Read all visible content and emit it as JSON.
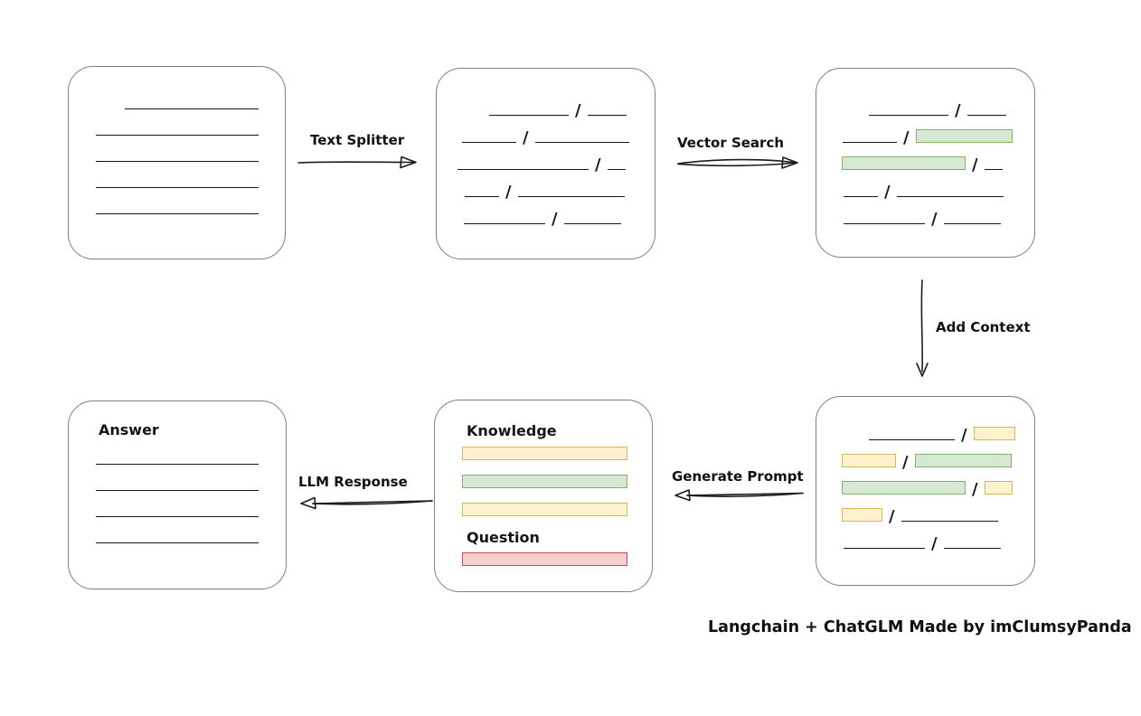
{
  "canvas": {
    "background": "#ffffff"
  },
  "colors": {
    "stroke": "#1c1c1c",
    "box_border": "#7e7e7e",
    "green_fill": "#d5e8d4",
    "green_border": "#82b366",
    "yellow_fill": "#fff2cc",
    "yellow_border": "#d6b656",
    "red_fill": "#f8cecc",
    "red_border": "#b85450"
  },
  "glyphs": {
    "slash": "/"
  },
  "labels": {
    "text_splitter": "Text Splitter",
    "vector_search": "Vector Search",
    "add_context": "Add Context",
    "generate_prompt": "Generate Prompt",
    "llm_response": "LLM Response"
  },
  "boxes": {
    "document": {
      "lines": [
        {
          "indent": 62,
          "w": 148
        },
        {
          "indent": 30,
          "w": 180
        },
        {
          "indent": 30,
          "w": 180
        },
        {
          "indent": 30,
          "w": 180
        },
        {
          "indent": 30,
          "w": 180
        }
      ]
    },
    "split_chunks": {
      "rows": [
        {
          "indent": 58,
          "segs": [
            {
              "t": "line",
              "w": 88
            },
            {
              "t": "slash"
            },
            {
              "t": "line",
              "w": 43
            }
          ]
        },
        {
          "indent": 28,
          "segs": [
            {
              "t": "line",
              "w": 60
            },
            {
              "t": "slash"
            },
            {
              "t": "line",
              "w": 104
            }
          ]
        },
        {
          "indent": 23,
          "segs": [
            {
              "t": "line",
              "w": 145
            },
            {
              "t": "slash"
            },
            {
              "t": "line",
              "w": 20
            }
          ]
        },
        {
          "indent": 31,
          "segs": [
            {
              "t": "line",
              "w": 38
            },
            {
              "t": "slash"
            },
            {
              "t": "line",
              "w": 118
            }
          ]
        },
        {
          "indent": 30,
          "segs": [
            {
              "t": "line",
              "w": 90
            },
            {
              "t": "slash"
            },
            {
              "t": "line",
              "w": 63
            }
          ]
        }
      ]
    },
    "retrieved_chunks": {
      "rows": [
        {
          "indent": 58,
          "segs": [
            {
              "t": "line",
              "w": 88
            },
            {
              "t": "slash"
            },
            {
              "t": "line",
              "w": 43
            }
          ]
        },
        {
          "indent": 29,
          "segs": [
            {
              "t": "line",
              "w": 60
            },
            {
              "t": "slash"
            },
            {
              "t": "green",
              "w": 107
            }
          ]
        },
        {
          "indent": 28,
          "segs": [
            {
              "t": "green",
              "w": 137
            },
            {
              "t": "slash"
            },
            {
              "t": "line",
              "w": 20
            }
          ]
        },
        {
          "indent": 30,
          "segs": [
            {
              "t": "line",
              "w": 38
            },
            {
              "t": "slash"
            },
            {
              "t": "line",
              "w": 118
            }
          ]
        },
        {
          "indent": 30,
          "segs": [
            {
              "t": "line",
              "w": 90
            },
            {
              "t": "slash"
            },
            {
              "t": "line",
              "w": 63
            }
          ]
        }
      ]
    },
    "context_chunks": {
      "rows": [
        {
          "indent": 58,
          "segs": [
            {
              "t": "line",
              "w": 95
            },
            {
              "t": "slash"
            },
            {
              "t": "yellow",
              "w": 46
            }
          ]
        },
        {
          "indent": 28,
          "segs": [
            {
              "t": "yellow",
              "w": 60
            },
            {
              "t": "slash"
            },
            {
              "t": "green",
              "w": 107
            }
          ]
        },
        {
          "indent": 28,
          "segs": [
            {
              "t": "green",
              "w": 137
            },
            {
              "t": "slash"
            },
            {
              "t": "yellow",
              "w": 31
            }
          ]
        },
        {
          "indent": 28,
          "segs": [
            {
              "t": "yellow",
              "w": 45
            },
            {
              "t": "slash"
            },
            {
              "t": "line",
              "w": 107
            }
          ]
        },
        {
          "indent": 30,
          "segs": [
            {
              "t": "line",
              "w": 90
            },
            {
              "t": "slash"
            },
            {
              "t": "line",
              "w": 63
            }
          ]
        }
      ]
    },
    "prompt": {
      "knowledge_title": "Knowledge",
      "question_title": "Question",
      "knowledge_bars": [
        "yellow",
        "green",
        "yellow"
      ],
      "question_bars": [
        "red"
      ]
    },
    "answer": {
      "title": "Answer",
      "lines": [
        {
          "indent": 30,
          "w": 180
        },
        {
          "indent": 30,
          "w": 180
        },
        {
          "indent": 30,
          "w": 180
        },
        {
          "indent": 30,
          "w": 180
        }
      ]
    }
  },
  "caption": "Langchain + ChatGLM Made by imClumsyPanda"
}
